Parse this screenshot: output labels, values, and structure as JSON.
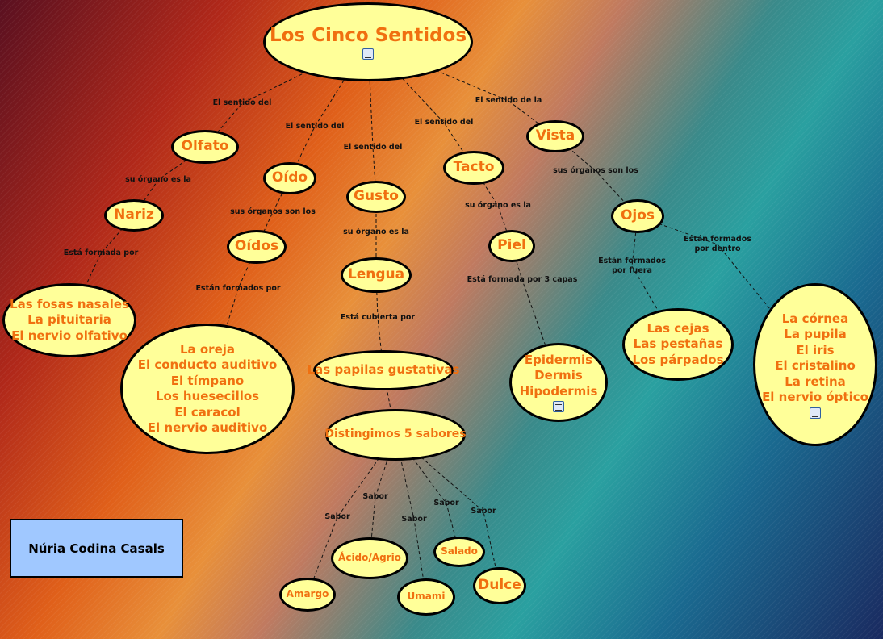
{
  "title": "Los Cinco Sentidos",
  "author": "Núria Codina Casals",
  "nodes": {
    "title": [
      "Los Cinco Sentidos"
    ],
    "olfato": [
      "Olfato"
    ],
    "oido": [
      "Oído"
    ],
    "gusto": [
      "Gusto"
    ],
    "tacto": [
      "Tacto"
    ],
    "vista": [
      "Vista"
    ],
    "nariz": [
      "Nariz"
    ],
    "oidos": [
      "Oídos"
    ],
    "lengua": [
      "Lengua"
    ],
    "piel": [
      "Piel"
    ],
    "ojos": [
      "Ojos"
    ],
    "fosas": [
      "Las fosas nasales",
      "La pituitaria",
      "El nervio olfativo"
    ],
    "oreja": [
      "La oreja",
      "El conducto auditivo",
      "El tímpano",
      "Los huesecillos",
      "El caracol",
      "El nervio auditivo"
    ],
    "papilas": [
      "Las papilas gustativas"
    ],
    "capas": [
      "Epidermis",
      "Dermis",
      "Hipodermis"
    ],
    "fuera": [
      "Las cejas",
      "Las pestañas",
      "Los párpados"
    ],
    "dentro": [
      "La córnea",
      "La pupila",
      "El iris",
      "El cristalino",
      "La retina",
      "El nervio óptico"
    ],
    "sabores": [
      "Distingimos 5 sabores"
    ],
    "acido": [
      "Ácido/Agrio"
    ],
    "salado": [
      "Salado"
    ],
    "dulce": [
      "Dulce"
    ],
    "amargo": [
      "Amargo"
    ],
    "umami": [
      "Umami"
    ]
  },
  "links": [
    {
      "from": "title",
      "to": "olfato",
      "label": "El sentido del"
    },
    {
      "from": "title",
      "to": "oido",
      "label": "El sentido del"
    },
    {
      "from": "title",
      "to": "gusto",
      "label": "El sentido del"
    },
    {
      "from": "title",
      "to": "tacto",
      "label": "El sentido del"
    },
    {
      "from": "title",
      "to": "vista",
      "label": "El sentido de la"
    },
    {
      "from": "olfato",
      "to": "nariz",
      "label": "su órgano es la"
    },
    {
      "from": "oido",
      "to": "oidos",
      "label": "sus órganos son los"
    },
    {
      "from": "gusto",
      "to": "lengua",
      "label": "su órgano es la"
    },
    {
      "from": "tacto",
      "to": "piel",
      "label": "su órgano es la"
    },
    {
      "from": "vista",
      "to": "ojos",
      "label": "sus órganos son los"
    },
    {
      "from": "nariz",
      "to": "fosas",
      "label": "Está formada por"
    },
    {
      "from": "oidos",
      "to": "oreja",
      "label": "Están formados por"
    },
    {
      "from": "lengua",
      "to": "papilas",
      "label": "Está cubierta por"
    },
    {
      "from": "piel",
      "to": "capas",
      "label": "Está formada por 3 capas"
    },
    {
      "from": "ojos",
      "to": "fuera",
      "label": "Están formados por fuera"
    },
    {
      "from": "ojos",
      "to": "dentro",
      "label": "Están formados por dentro"
    },
    {
      "from": "papilas",
      "to": "sabores",
      "label": ""
    },
    {
      "from": "sabores",
      "to": "amargo",
      "label": "Sabor"
    },
    {
      "from": "sabores",
      "to": "acido",
      "label": "Sabor"
    },
    {
      "from": "sabores",
      "to": "umami",
      "label": "Sabor"
    },
    {
      "from": "sabores",
      "to": "salado",
      "label": "Sabor"
    },
    {
      "from": "sabores",
      "to": "dulce",
      "label": "Sabor"
    }
  ]
}
